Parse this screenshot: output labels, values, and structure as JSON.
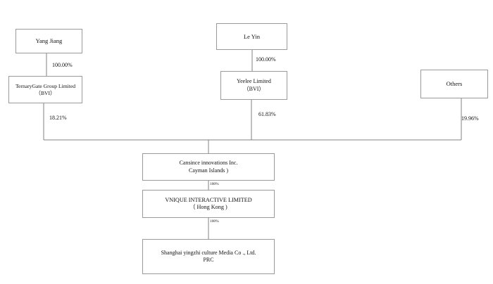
{
  "diagram": {
    "type": "organizational-ownership-chart",
    "nodes": [
      {
        "id": "yang-jiang",
        "line1": "Yang Jiang",
        "line2": ""
      },
      {
        "id": "le-yin",
        "line1": "Le Yin",
        "line2": ""
      },
      {
        "id": "ternarygate",
        "line1": "TernaryGate Group Limited",
        "line2": "（BVI）"
      },
      {
        "id": "yeelee",
        "line1": "Yeelee Limited",
        "line2": "（BVI）"
      },
      {
        "id": "others",
        "line1": "Others",
        "line2": ""
      },
      {
        "id": "cansince",
        "line1": "Cansince innovations Inc.",
        "line2": "Cayman Islands )"
      },
      {
        "id": "vnique",
        "line1": "VNIQUE INTERACTIVE LIMITED",
        "line2": "（ Hong Kong )"
      },
      {
        "id": "shanghai",
        "line1": "Shanghai yingzhi culture Media Co ., Ltd.",
        "line2": "PRC"
      }
    ],
    "edges": [
      {
        "id": "yang-to-ternarygate",
        "from": "yang-jiang",
        "to": "ternarygate",
        "label": "100.00%"
      },
      {
        "id": "leyin-to-yeelee",
        "from": "le-yin",
        "to": "yeelee",
        "label": "100.00%"
      },
      {
        "id": "ternarygate-to-cansince",
        "from": "ternarygate",
        "to": "cansince",
        "label": "18.21%"
      },
      {
        "id": "yeelee-to-cansince",
        "from": "yeelee",
        "to": "cansince",
        "label": "61.83%"
      },
      {
        "id": "others-to-cansince",
        "from": "others",
        "to": "cansince",
        "label": "19.96%"
      },
      {
        "id": "cansince-to-vnique",
        "from": "cansince",
        "to": "vnique",
        "label": "100%"
      },
      {
        "id": "vnique-to-shanghai",
        "from": "vnique",
        "to": "shanghai",
        "label": "100%"
      }
    ],
    "colors": {
      "background": "#ffffff",
      "box_border": "#9a9a9a",
      "connector": "#808080",
      "text": "#111111"
    }
  }
}
